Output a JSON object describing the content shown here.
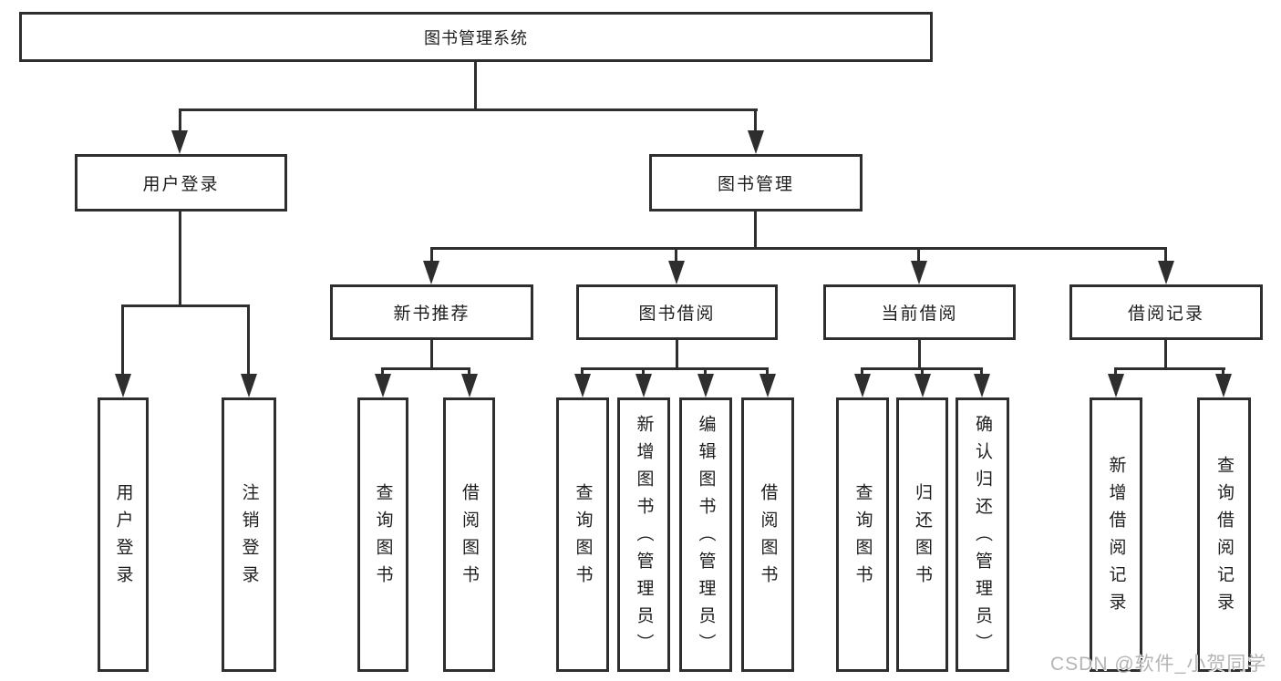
{
  "diagram": {
    "title": "图书管理系统",
    "branches": [
      {
        "label": "用户登录",
        "children": [
          "用户登录",
          "注销登录"
        ]
      },
      {
        "label": "图书管理",
        "sections": [
          {
            "label": "新书推荐",
            "children": [
              "查询图书",
              "借阅图书"
            ]
          },
          {
            "label": "图书借阅",
            "children": [
              "查询图书",
              "新增图书（管理员）",
              "编辑图书（管理员）",
              "借阅图书"
            ]
          },
          {
            "label": "当前借阅",
            "children": [
              "查询图书",
              "归还图书",
              "确认归还（管理员）"
            ]
          },
          {
            "label": "借阅记录",
            "children": [
              "新增借阅记录",
              "查询借阅记录"
            ]
          }
        ]
      }
    ]
  },
  "colors": {
    "line": "#2e2e2e",
    "box_border": "#2e2e2e",
    "text": "#1e1e1e",
    "watermark": "#b5b5b5",
    "background": "#ffffff"
  },
  "watermark": {
    "text": "CSDN @软件_小贺同学"
  }
}
